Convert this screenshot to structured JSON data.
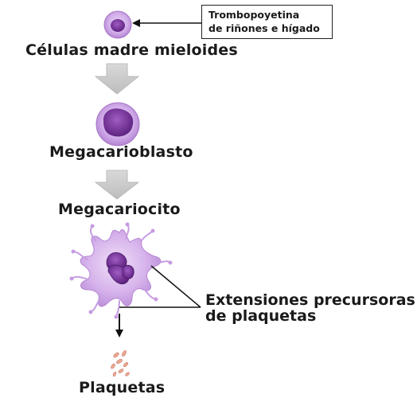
{
  "callout": {
    "line1": "Trombopoyetina",
    "line2": "de riñones e hígado"
  },
  "stages": {
    "stem": "Células madre mieloides",
    "megakaryoblast": "Megacarioblasto",
    "megakaryocyte": "Megacariocito",
    "platelets": "Plaquetas"
  },
  "extensions_label": {
    "line1": "Extensiones precursoras",
    "line2": "de plaquetas"
  },
  "colors": {
    "cell_membrane": "#c79be0",
    "cell_nucleus": "#7a3a9c",
    "arrow_fill": "#cfcfcf",
    "platelet": "#e8a08c",
    "line": "#111111"
  },
  "icons": {
    "stem_cell": "myeloid-stem-cell",
    "megakaryoblast": "megakaryoblast-cell",
    "megakaryocyte": "megakaryocyte-cell",
    "platelets": "platelet-cluster"
  }
}
